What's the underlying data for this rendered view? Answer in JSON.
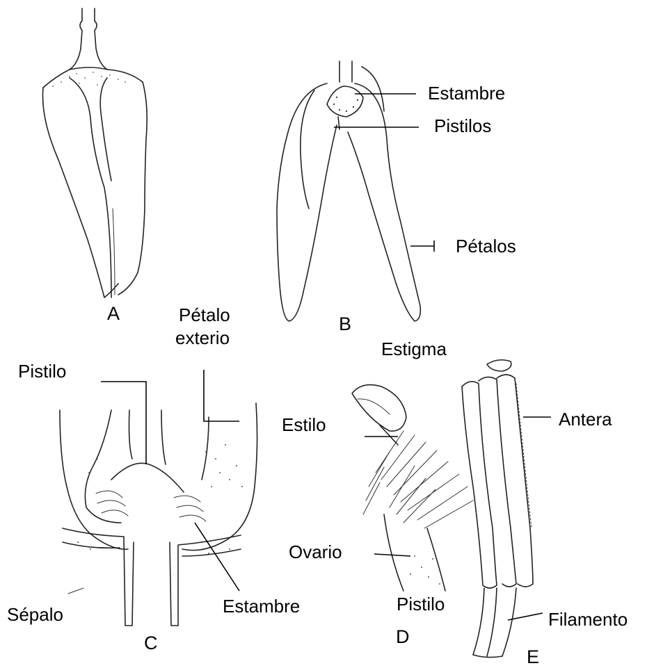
{
  "figure": {
    "panel_letters": {
      "a": "A",
      "b": "B",
      "c": "C",
      "d": "D",
      "e": "E"
    },
    "labels": {
      "estambre_b": "Estambre",
      "pistilos": "Pistilos",
      "petalos": "Pétalos",
      "petalo_exterior_line1": "Pétalo",
      "petalo_exterior_line2": "exterio",
      "pistilo_c": "Pistilo",
      "sepalo": "Sépalo",
      "estambre_c": "Estambre",
      "estigma": "Estigma",
      "estilo": "Estilo",
      "ovario": "Ovario",
      "pistilo_d": "Pistilo",
      "antera": "Antera",
      "filamento": "Filamento"
    }
  }
}
